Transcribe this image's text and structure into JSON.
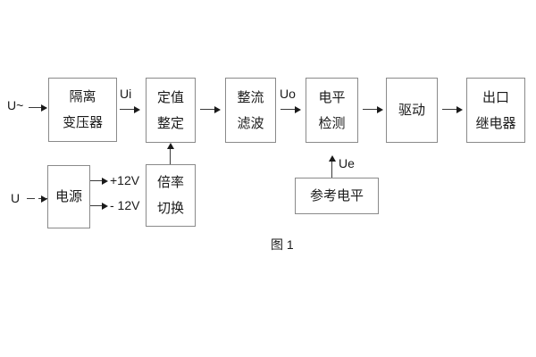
{
  "diagram": {
    "caption": "图 1",
    "boxes": [
      {
        "id": "isolation-transformer",
        "lines": [
          "隔离",
          "变压器"
        ]
      },
      {
        "id": "setting-value",
        "lines": [
          "定值",
          "整定"
        ]
      },
      {
        "id": "rectifier-filter",
        "lines": [
          "整流",
          "滤波"
        ]
      },
      {
        "id": "level-detection",
        "lines": [
          "电平",
          "检测"
        ]
      },
      {
        "id": "drive",
        "lines": [
          "驱动"
        ]
      },
      {
        "id": "output-relay",
        "lines": [
          "出口",
          "继电器"
        ]
      },
      {
        "id": "power-supply",
        "lines": [
          "电源"
        ]
      },
      {
        "id": "multiplier-switch",
        "lines": [
          "倍率",
          "切换"
        ]
      },
      {
        "id": "reference-level",
        "lines": [
          "参考电平"
        ]
      }
    ],
    "labels": {
      "input_ac": "U~",
      "input_dc": "U",
      "ui": "Ui",
      "uo": "Uo",
      "ue": "Ue",
      "pos12v": "+12V",
      "neg12v": "- 12V"
    },
    "colors": {
      "box_border": "#8a8a8a",
      "line": "#3a3a3a",
      "text": "#1a1a1a",
      "background": "#ffffff"
    }
  }
}
